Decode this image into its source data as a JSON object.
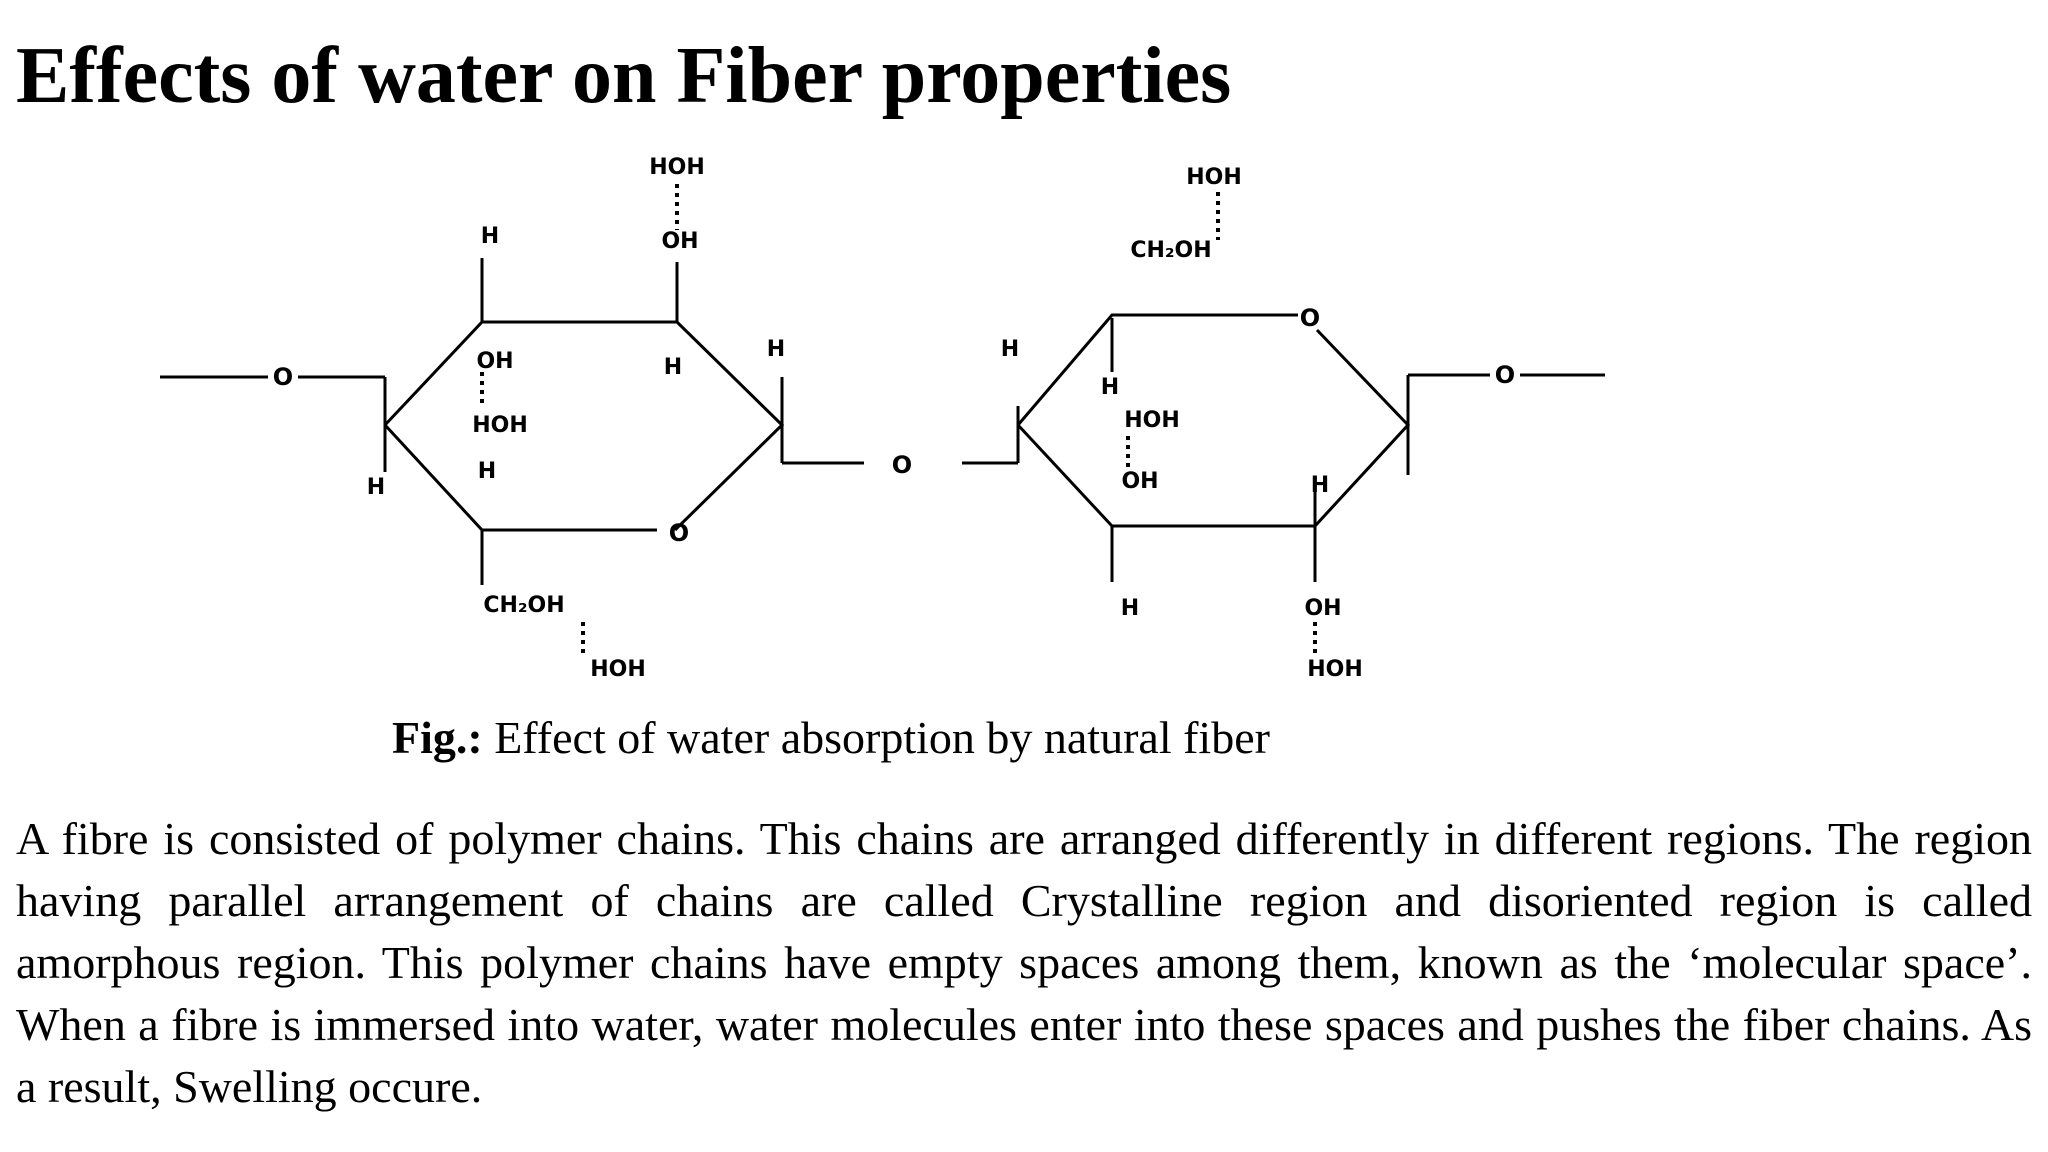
{
  "title": "Effects of water on Fiber properties",
  "figure": {
    "caption_prefix": "Fig.:",
    "caption_text": " Effect of water absorption by natural fiber",
    "labels": {
      "hoh": "HOH",
      "oh": "OH",
      "h": "H",
      "o": "O",
      "ch2oh": "CH₂OH"
    }
  },
  "paragraph": " A fibre is consisted of polymer chains. This chains are arranged differently in different regions. The region having parallel arrangement of chains are called Crystalline region and disoriented region is called amorphous region. This polymer chains have empty spaces among them, known as the ‘molecular space’. When a fibre is immersed into water, water molecules enter into these spaces and pushes the fiber chains. As a result, Swelling occure."
}
